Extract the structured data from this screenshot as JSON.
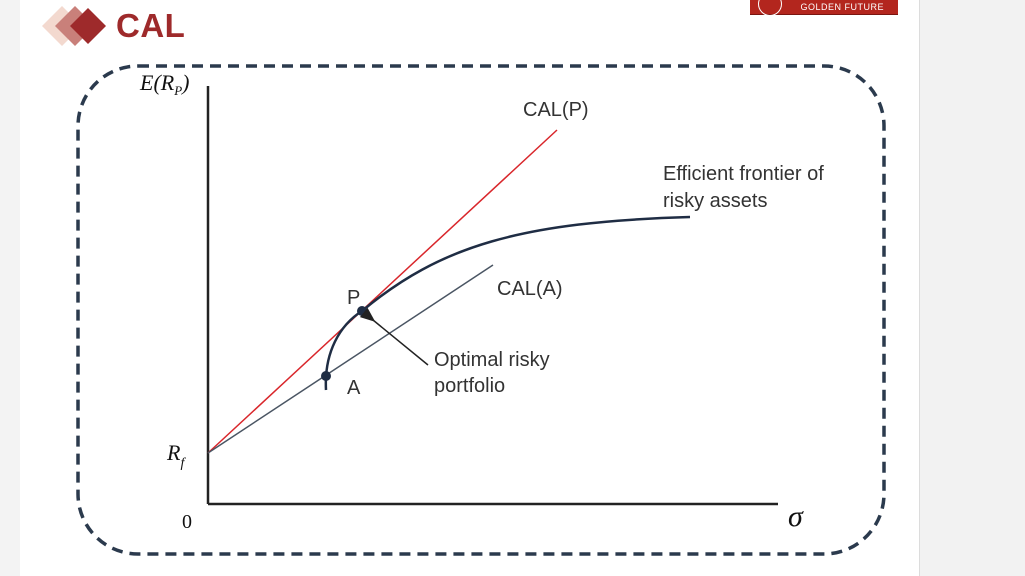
{
  "slide": {
    "title": "CAL",
    "logo_text": "GOLDEN FUTURE",
    "accent_color": "#9e2a2b"
  },
  "diagram": {
    "y_axis_label_E": "E(R",
    "y_axis_label_sub": "P",
    "y_axis_label_close": ")",
    "x_axis_label": "σ",
    "origin_label": "0",
    "rf_label_main": "R",
    "rf_label_sub": "f",
    "cal_p_label": "CAL(P)",
    "cal_a_label": "CAL(A)",
    "frontier_label_line1": "Efficient frontier of",
    "frontier_label_line2": "risky assets",
    "point_p_label": "P",
    "point_a_label": "A",
    "optimal_label_line1": "Optimal risky",
    "optimal_label_line2": "portfolio",
    "cal_p_color": "#d9262b",
    "cal_a_color": "#4a5563",
    "curve_color": "#1f2d44",
    "border_color": "#2b3a4d"
  }
}
